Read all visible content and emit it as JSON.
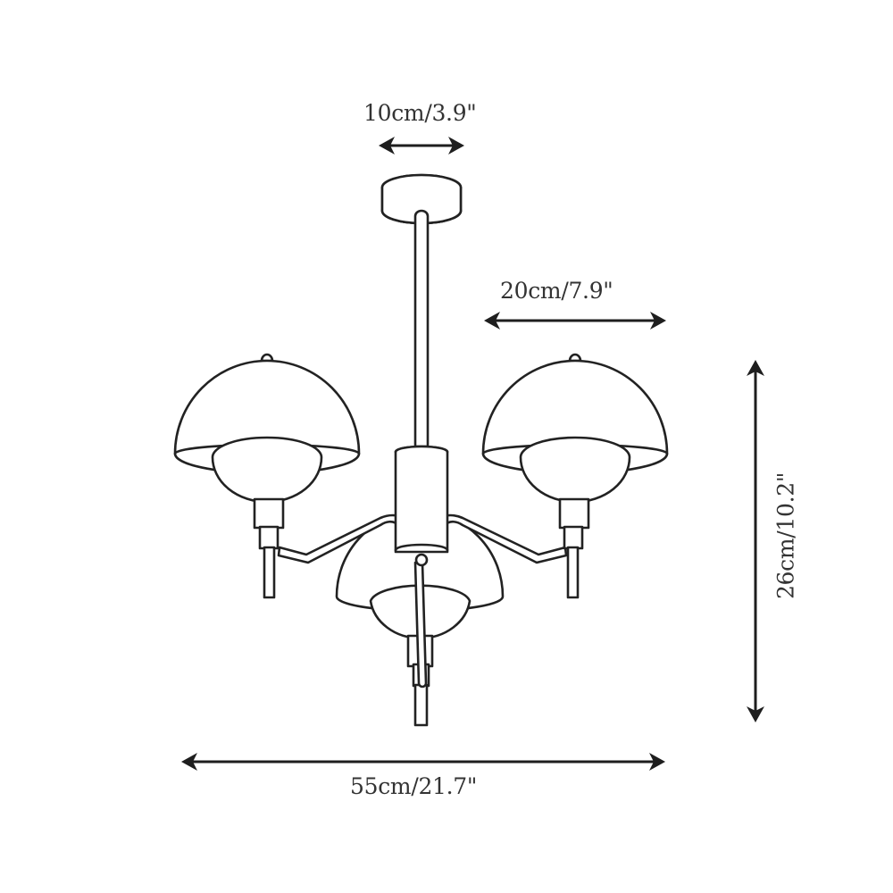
{
  "diagram": {
    "type": "product-dimension-drawing",
    "subject": "three-arm pendant chandelier with dome shades",
    "colors": {
      "background": "#ffffff",
      "line": "#222222",
      "text": "#333333"
    }
  },
  "dimensions": {
    "canopy_width": {
      "label": "10cm/3.9\"",
      "value_cm": 10,
      "value_in": 3.9,
      "orientation": "horizontal"
    },
    "shade_diameter": {
      "label": "20cm/7.9\"",
      "value_cm": 20,
      "value_in": 7.9,
      "orientation": "horizontal"
    },
    "overall_height": {
      "label": "26cm/10.2\"",
      "value_cm": 26,
      "value_in": 10.2,
      "orientation": "vertical"
    },
    "overall_width": {
      "label": "55cm/21.7\"",
      "value_cm": 55,
      "value_in": 21.7,
      "orientation": "horizontal"
    }
  },
  "components": [
    {
      "name": "ceiling canopy"
    },
    {
      "name": "down rod"
    },
    {
      "name": "central body"
    },
    {
      "name": "left arm with dome shade"
    },
    {
      "name": "right arm with dome shade"
    },
    {
      "name": "center hanging dome shade"
    }
  ]
}
